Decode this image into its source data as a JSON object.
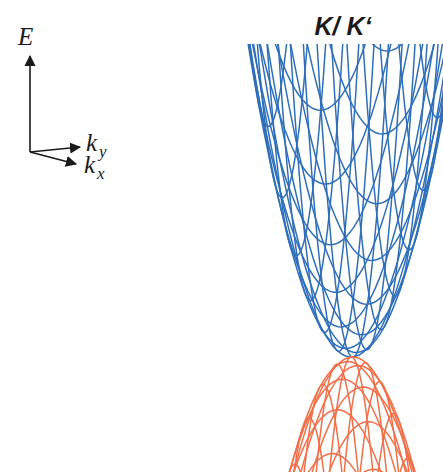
{
  "diagram": {
    "title": "K/ K‘",
    "labels": [
      "E",
      "k",
      "y",
      "k",
      "x"
    ]
  }
}
